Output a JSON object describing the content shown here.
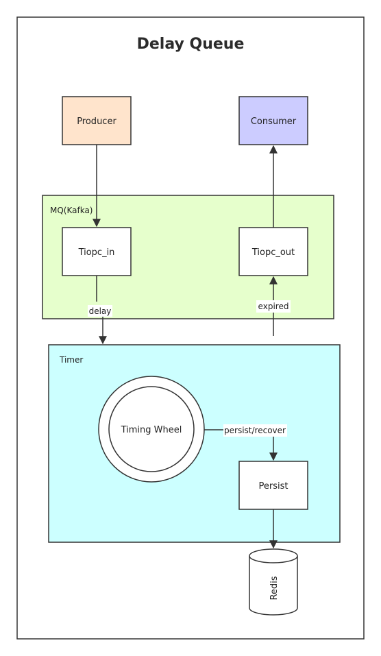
{
  "title": "Delay Queue",
  "nodes": {
    "producer": "Producer",
    "consumer": "Consumer",
    "mq": "MQ(Kafka)",
    "topic_in": "Tiopc_in",
    "topic_out": "Tiopc_out",
    "timer": "Timer",
    "timing_wheel": "Timing Wheel",
    "persist": "Persist",
    "redis": "Redis"
  },
  "edges": {
    "delay": "delay",
    "expired": "expired",
    "persist_recover": "persist/recover"
  },
  "colors": {
    "producer": "#ffe4cc",
    "consumer": "#ccccff",
    "mq": "#e6ffcc",
    "timer": "#ccffff",
    "stroke": "#333333"
  }
}
